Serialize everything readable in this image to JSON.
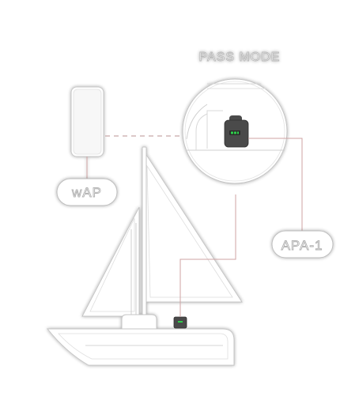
{
  "diagram": {
    "title": "PASS MODE",
    "labels": {
      "wap": "wAP",
      "apa": "APA-1"
    }
  },
  "colors": {
    "outline": "#b9b9b9",
    "accent_line": "#cfa3a3",
    "device_body": "#4a4a4a",
    "led": "#2fcf4b"
  },
  "icons": [
    "wap-router-icon",
    "apa-1-device-icon",
    "sailboat-icon",
    "zoom-callout-icon"
  ]
}
